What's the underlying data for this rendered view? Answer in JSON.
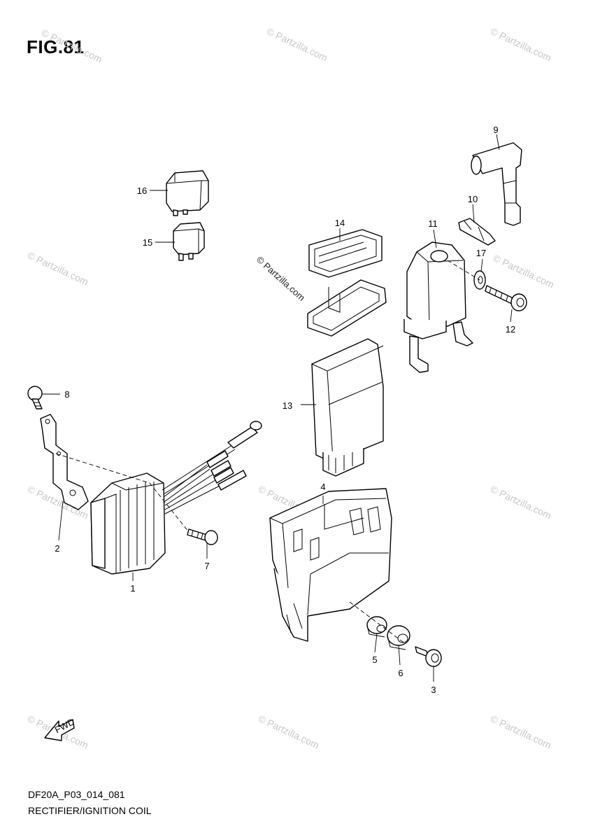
{
  "figure": {
    "title": "FIG.81",
    "code": "DF20A_P03_014_081",
    "name": "RECTIFIER/IGNITION COIL"
  },
  "watermark": {
    "text": "© Partzilla.com",
    "center_text": "© Partzilla.com"
  },
  "fwd_label": "FWD",
  "callouts": [
    "1",
    "2",
    "3",
    "4",
    "5",
    "6",
    "7",
    "8",
    "9",
    "10",
    "11",
    "12",
    "13",
    "14",
    "15",
    "16",
    "17"
  ]
}
